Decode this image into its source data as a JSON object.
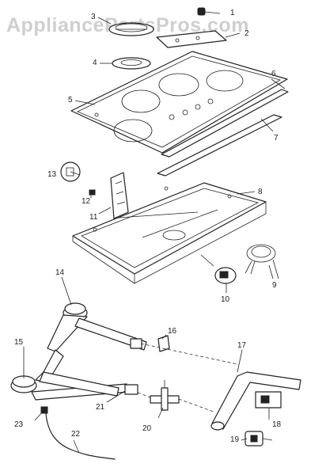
{
  "watermark": "AppliancePartsPros.com",
  "callouts": {
    "c1": "1",
    "c2": "2",
    "c3": "3",
    "c4": "4",
    "c5": "5",
    "c6": "6",
    "c7": "7",
    "c8": "8",
    "c9": "9",
    "c10": "10",
    "c11": "11",
    "c12": "12",
    "c13": "13",
    "c14": "14",
    "c15": "15",
    "c16": "16",
    "c17": "17",
    "c18": "18",
    "c19": "19",
    "c20": "20",
    "c21": "21",
    "c22": "22",
    "c23": "23"
  }
}
